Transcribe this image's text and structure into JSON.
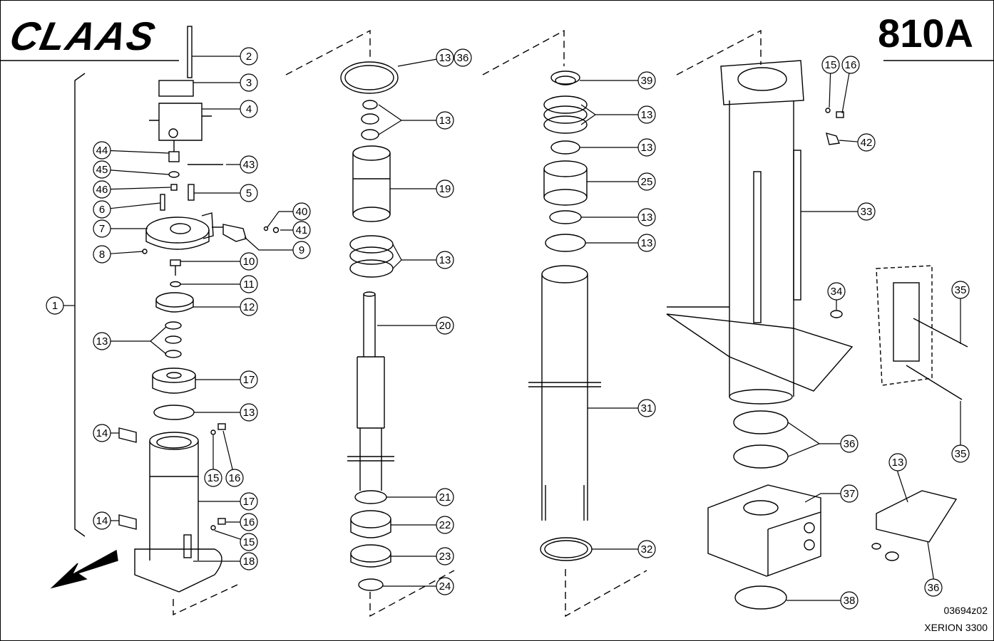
{
  "header": {
    "brand": "CLAAS",
    "page_number": "810A"
  },
  "footer": {
    "drawing_number": "03694z02",
    "model": "XERION 3300"
  },
  "callouts": [
    {
      "id": "c2",
      "label": "2"
    },
    {
      "id": "c3",
      "label": "3"
    },
    {
      "id": "c4",
      "label": "4"
    },
    {
      "id": "c44",
      "label": "44"
    },
    {
      "id": "c43",
      "label": "43"
    },
    {
      "id": "c45",
      "label": "45"
    },
    {
      "id": "c46",
      "label": "46"
    },
    {
      "id": "c5",
      "label": "5"
    },
    {
      "id": "c6",
      "label": "6"
    },
    {
      "id": "c40",
      "label": "40"
    },
    {
      "id": "c7",
      "label": "7"
    },
    {
      "id": "c41",
      "label": "41"
    },
    {
      "id": "c9",
      "label": "9"
    },
    {
      "id": "c8",
      "label": "8"
    },
    {
      "id": "c10",
      "label": "10"
    },
    {
      "id": "c1",
      "label": "1"
    },
    {
      "id": "c11",
      "label": "11"
    },
    {
      "id": "c12",
      "label": "12"
    },
    {
      "id": "c13a",
      "label": "13"
    },
    {
      "id": "c17a",
      "label": "17"
    },
    {
      "id": "c13b",
      "label": "13"
    },
    {
      "id": "c14a",
      "label": "14"
    },
    {
      "id": "c15a",
      "label": "15"
    },
    {
      "id": "c16a",
      "label": "16"
    },
    {
      "id": "c17b",
      "label": "17"
    },
    {
      "id": "c14b",
      "label": "14"
    },
    {
      "id": "c16b",
      "label": "16"
    },
    {
      "id": "c15b",
      "label": "15"
    },
    {
      "id": "c18",
      "label": "18"
    },
    {
      "id": "c13c",
      "label": "13"
    },
    {
      "id": "c36a",
      "label": "36"
    },
    {
      "id": "c13d",
      "label": "13"
    },
    {
      "id": "c19",
      "label": "19"
    },
    {
      "id": "c13e",
      "label": "13"
    },
    {
      "id": "c20",
      "label": "20"
    },
    {
      "id": "c21",
      "label": "21"
    },
    {
      "id": "c22",
      "label": "22"
    },
    {
      "id": "c23",
      "label": "23"
    },
    {
      "id": "c24",
      "label": "24"
    },
    {
      "id": "c39",
      "label": "39"
    },
    {
      "id": "c13f",
      "label": "13"
    },
    {
      "id": "c13g",
      "label": "13"
    },
    {
      "id": "c25",
      "label": "25"
    },
    {
      "id": "c13h",
      "label": "13"
    },
    {
      "id": "c13i",
      "label": "13"
    },
    {
      "id": "c31",
      "label": "31"
    },
    {
      "id": "c32",
      "label": "32"
    },
    {
      "id": "c15c",
      "label": "15"
    },
    {
      "id": "c16c",
      "label": "16"
    },
    {
      "id": "c42",
      "label": "42"
    },
    {
      "id": "c33",
      "label": "33"
    },
    {
      "id": "c34",
      "label": "34"
    },
    {
      "id": "c35a",
      "label": "35"
    },
    {
      "id": "c35b",
      "label": "35"
    },
    {
      "id": "c36b",
      "label": "36"
    },
    {
      "id": "c37",
      "label": "37"
    },
    {
      "id": "c38",
      "label": "38"
    },
    {
      "id": "c13j",
      "label": "13"
    },
    {
      "id": "c36c",
      "label": "36"
    }
  ]
}
